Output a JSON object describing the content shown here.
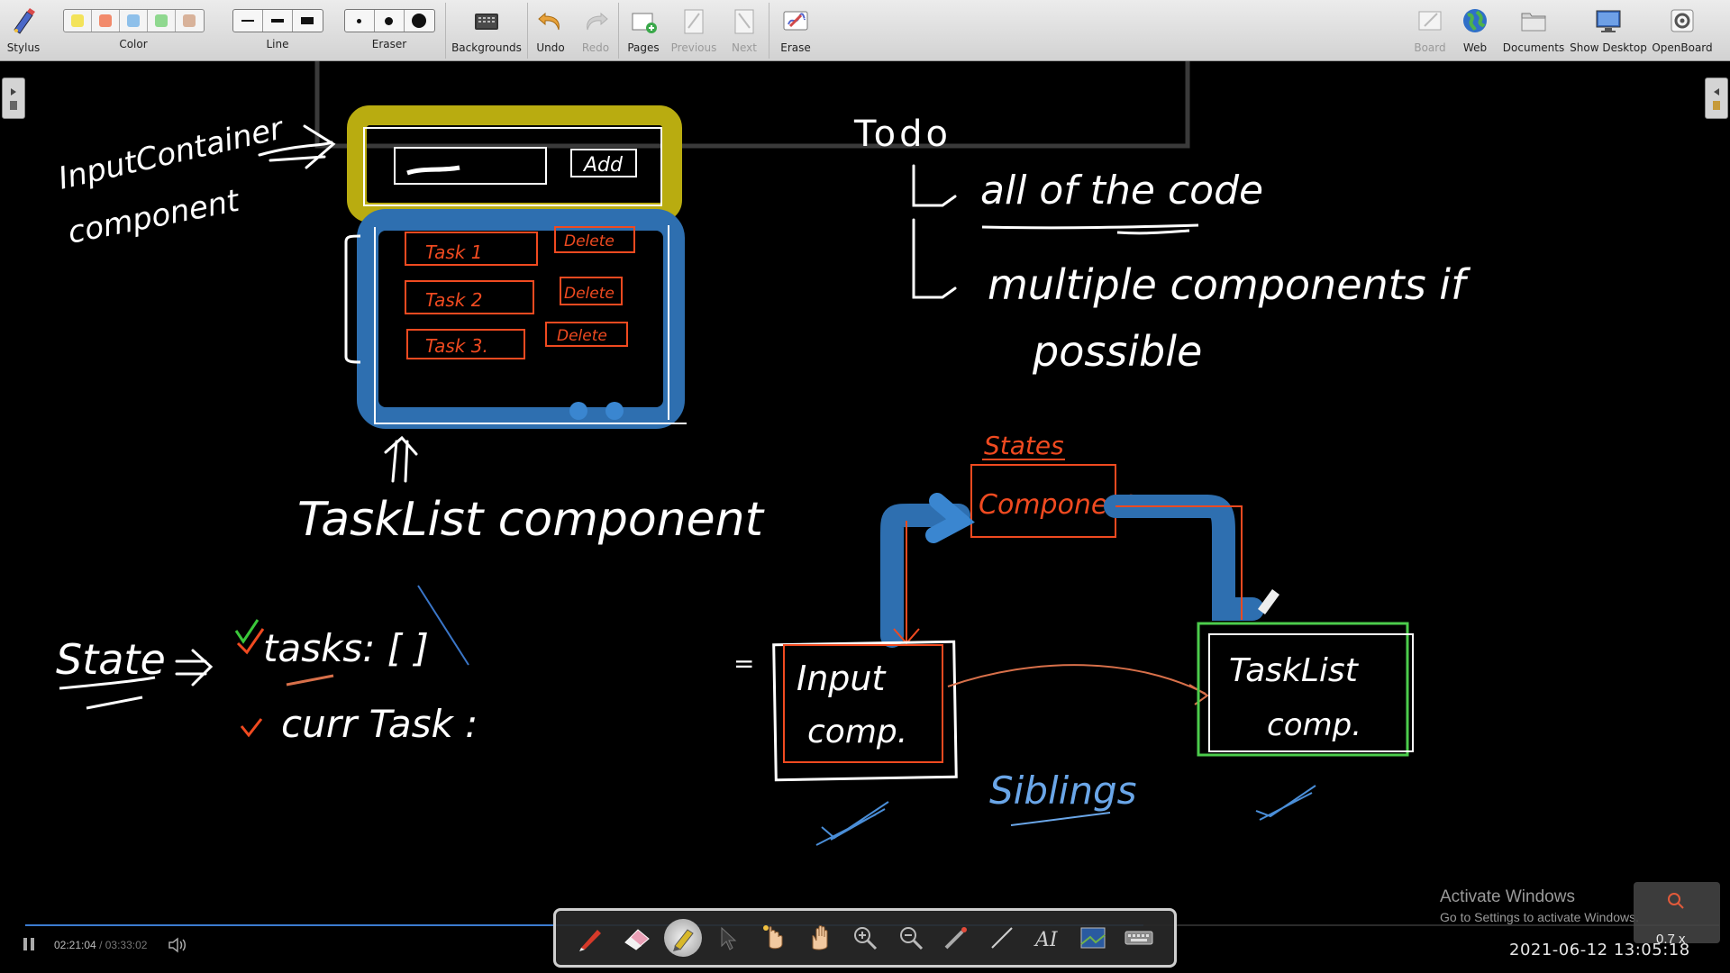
{
  "toolbar": {
    "left": [
      {
        "label": "Stylus",
        "icon": "stylus-icon"
      },
      {
        "label": "Color",
        "colors": [
          "#f3e35a",
          "#f28a6b",
          "#8ec0ea",
          "#8fd88f",
          "#d8b29a"
        ]
      },
      {
        "label": "Line"
      },
      {
        "label": "Eraser"
      },
      {
        "label": "Backgrounds",
        "icon": "backgrounds-icon"
      },
      {
        "label": "Undo",
        "icon": "undo-icon"
      },
      {
        "label": "Redo",
        "icon": "redo-icon",
        "disabled": true
      },
      {
        "label": "Pages",
        "icon": "pages-icon"
      },
      {
        "label": "Previous",
        "icon": "previous-icon",
        "disabled": true
      },
      {
        "label": "Next",
        "icon": "next-icon",
        "disabled": true
      },
      {
        "label": "Erase",
        "icon": "erase-icon"
      }
    ],
    "right": [
      {
        "label": "Board",
        "icon": "board-icon",
        "disabled": true
      },
      {
        "label": "Web",
        "icon": "web-icon"
      },
      {
        "label": "Documents",
        "icon": "documents-icon"
      },
      {
        "label": "Show Desktop",
        "icon": "show-desktop-icon"
      },
      {
        "label": "OpenBoard",
        "icon": "openboard-icon"
      }
    ]
  },
  "board": {
    "left_annotation": [
      "InputContainer",
      "component"
    ],
    "mock_add_button": "Add",
    "mock_tasks": [
      {
        "task": "Task 1",
        "action": "Delete"
      },
      {
        "task": "Task 2",
        "action": "Delete"
      },
      {
        "task": "Task 3.",
        "action": "Delete"
      }
    ],
    "tasklist_label": "TaskList component",
    "todo_title": "Todo",
    "todo_points": [
      "all of the code",
      "multiple components if",
      "possible"
    ],
    "state_label": "State",
    "state_items": [
      "tasks: [ ]",
      "curr Task :"
    ],
    "diagram": {
      "states_label": "States",
      "parent_box": "Component",
      "input_box": [
        "Input",
        "comp."
      ],
      "tasklist_box": [
        "TaskList",
        "comp."
      ],
      "siblings_label": "Siblings"
    }
  },
  "watermark": {
    "title": "Activate Windows",
    "subtitle": "Go to Settings to activate Windows."
  },
  "player": {
    "current_time": "02:21:04",
    "separator": "/",
    "total_time": "03:33:02",
    "progress_fraction": 0.66,
    "timestamp": "2021-06-12  13:05:18",
    "zoom": "0.7 x"
  },
  "palette": [
    {
      "name": "pen-tool-icon",
      "active": false
    },
    {
      "name": "eraser-tool-icon",
      "active": false
    },
    {
      "name": "highlighter-tool-icon",
      "active": true
    },
    {
      "name": "selector-tool-icon",
      "active": false
    },
    {
      "name": "interact-tool-icon",
      "active": false
    },
    {
      "name": "hand-tool-icon",
      "active": false
    },
    {
      "name": "zoom-in-tool-icon",
      "active": false
    },
    {
      "name": "zoom-out-tool-icon",
      "active": false
    },
    {
      "name": "laser-pointer-tool-icon",
      "active": false
    },
    {
      "name": "line-tool-icon",
      "active": false
    },
    {
      "name": "text-tool-icon",
      "active": false
    },
    {
      "name": "capture-tool-icon",
      "active": false
    },
    {
      "name": "keyboard-tool-icon",
      "active": false
    }
  ]
}
